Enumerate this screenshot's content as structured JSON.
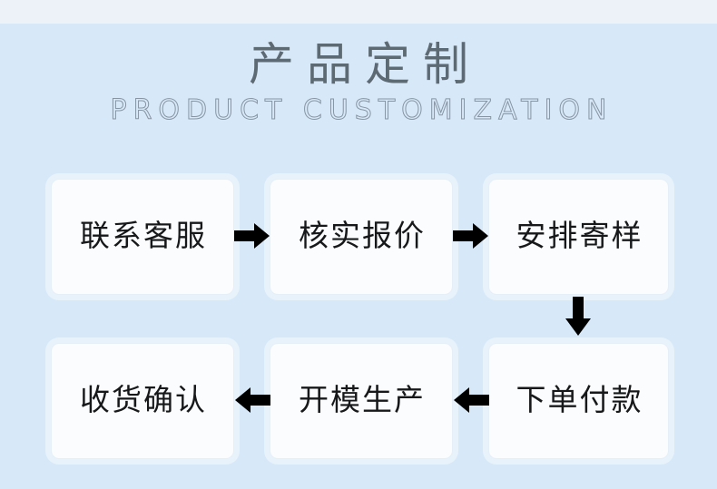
{
  "banner": {
    "background_color": "#d7e8f8",
    "top_band_color": "#edf2f9",
    "title_cn": "产品定制",
    "title_en": "PRODUCT CUSTOMIZATION",
    "title_color": "#5e6a73",
    "subtitle_outline_color": "#8795a3"
  },
  "flow": {
    "box_background": "#fafcfe",
    "box_text_color": "#16181a",
    "arrow_color": "#000000",
    "steps": [
      {
        "id": "step-1",
        "label": "联系客服",
        "row": 1,
        "column": 1
      },
      {
        "id": "step-2",
        "label": "核实报价",
        "row": 1,
        "column": 2
      },
      {
        "id": "step-3",
        "label": "安排寄样",
        "row": 1,
        "column": 3
      },
      {
        "id": "step-4",
        "label": "下单付款",
        "row": 2,
        "column": 3
      },
      {
        "id": "step-5",
        "label": "开模生产",
        "row": 2,
        "column": 2
      },
      {
        "id": "step-6",
        "label": "收货确认",
        "row": 2,
        "column": 1
      }
    ],
    "connectors": [
      {
        "id": "connector-1",
        "direction": "right",
        "from": "step-1",
        "to": "step-2"
      },
      {
        "id": "connector-2",
        "direction": "right",
        "from": "step-2",
        "to": "step-3"
      },
      {
        "id": "connector-3",
        "direction": "down",
        "from": "step-3",
        "to": "step-4"
      },
      {
        "id": "connector-4",
        "direction": "left",
        "from": "step-4",
        "to": "step-5"
      },
      {
        "id": "connector-5",
        "direction": "left",
        "from": "step-5",
        "to": "step-6"
      }
    ]
  }
}
